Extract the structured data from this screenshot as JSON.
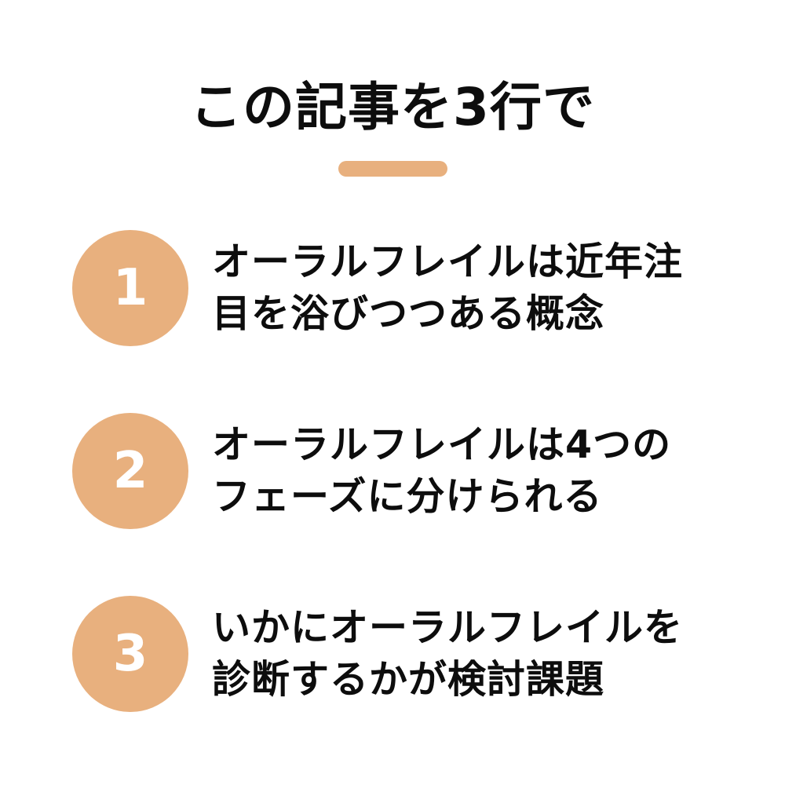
{
  "heading": {
    "title": "この記事を3行で",
    "accent_color": "#e8b07e"
  },
  "points": [
    {
      "number": "1",
      "lines": [
        "オーラルフレイルは近年注",
        "目を浴びつつある概念"
      ]
    },
    {
      "number": "2",
      "lines": [
        "オーラルフレイルは4つの",
        "フェーズに分けられる"
      ]
    },
    {
      "number": "3",
      "lines": [
        "いかにオーラルフレイルを",
        "診断するかが検討課題"
      ]
    }
  ]
}
